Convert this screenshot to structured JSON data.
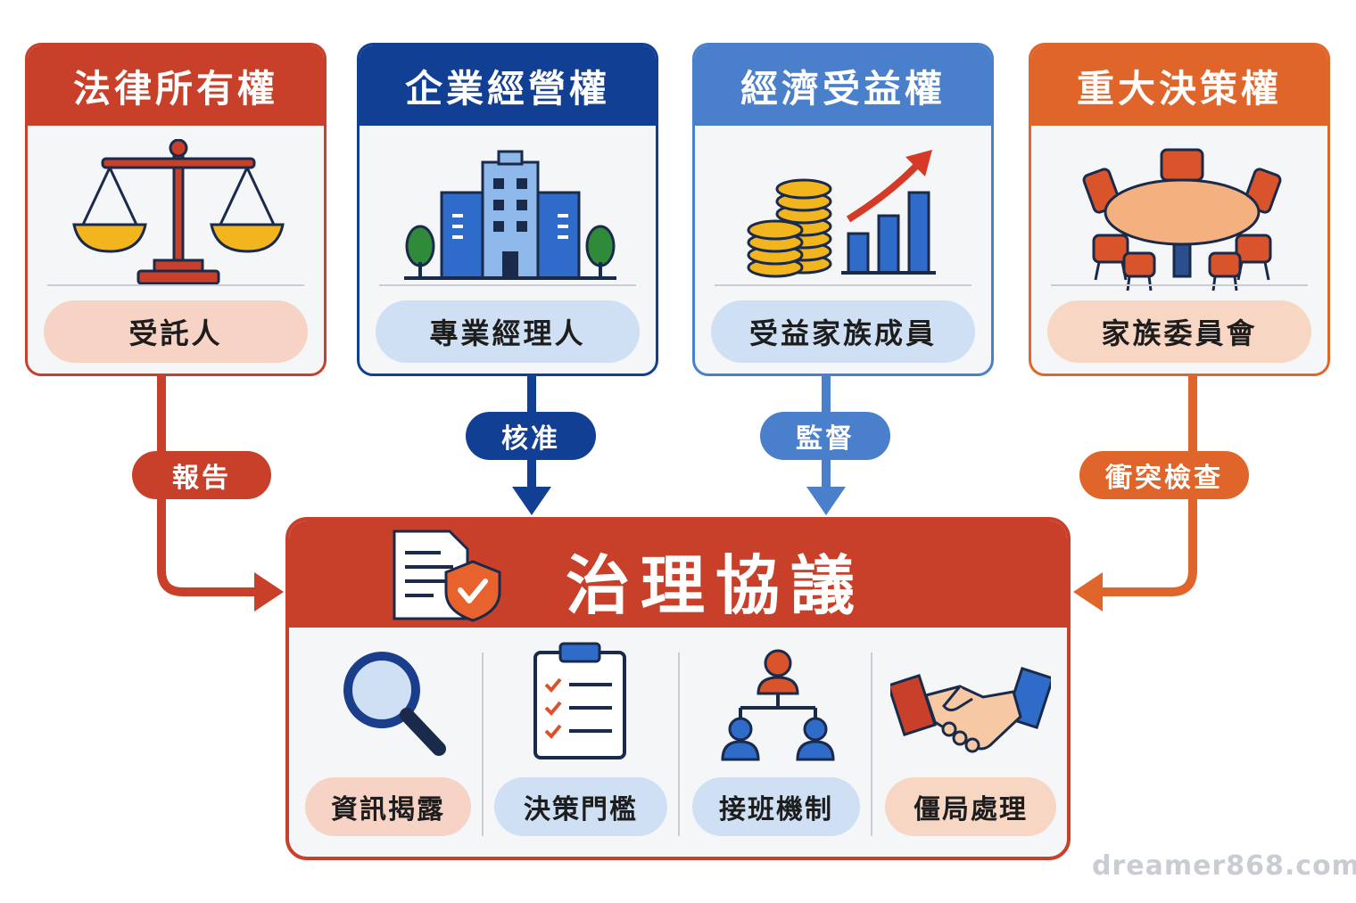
{
  "colors": {
    "red": "#c8402a",
    "navy": "#113f93",
    "blue": "#4a7fcb",
    "orange": "#e0652a",
    "pill_red": "#f7d3c6",
    "pill_blue": "#cfe0f4",
    "pill_orange": "#f8d6c4"
  },
  "cards": [
    {
      "title": "法律所有權",
      "role": "受託人",
      "icon": "scales-icon"
    },
    {
      "title": "企業經營權",
      "role": "專業經理人",
      "icon": "office-building-icon"
    },
    {
      "title": "經濟受益權",
      "role": "受益家族成員",
      "icon": "coins-growth-chart-icon"
    },
    {
      "title": "重大決策權",
      "role": "家族委員會",
      "icon": "round-table-icon"
    }
  ],
  "connectors": [
    "報告",
    "核准",
    "監督",
    "衝突檢查"
  ],
  "agreement": {
    "title": "治理協議",
    "icon": "document-shield-icon",
    "items": [
      {
        "label": "資訊揭露",
        "icon": "magnifier-icon"
      },
      {
        "label": "決策門檻",
        "icon": "checklist-icon"
      },
      {
        "label": "接班機制",
        "icon": "succession-org-icon"
      },
      {
        "label": "僵局處理",
        "icon": "handshake-icon"
      }
    ]
  },
  "watermark": "dreamer868.com"
}
